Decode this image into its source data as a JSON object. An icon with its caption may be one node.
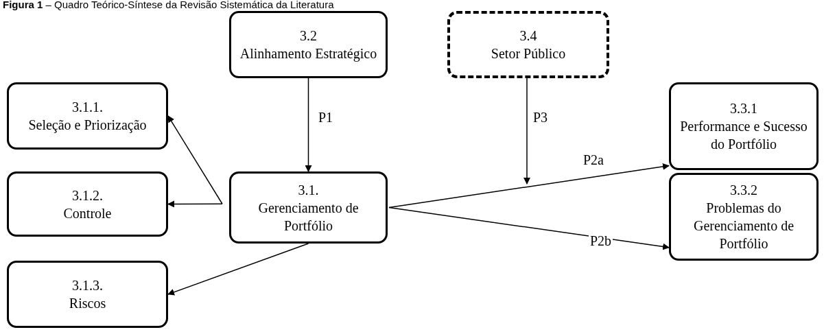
{
  "diagram": {
    "title": "**Figura 1** – Quadro Teórico-Síntese da Revisão Sistemática da Literatura",
    "nodes": [
      {
        "text": [
          "3.2",
          "Alinhamento Estratégico"
        ]
      },
      {
        "text": [
          "3.4",
          "Setor Público"
        ]
      },
      {
        "text": [
          "3.1.1.",
          "Seleção e Priorização"
        ]
      },
      {
        "text": [
          "3.1.2.",
          "Controle"
        ]
      },
      {
        "text": [
          "3.1.3.",
          "Riscos"
        ]
      },
      {
        "text": [
          "3.1.",
          "Gerenciamento de Portfólio"
        ]
      },
      {
        "text": [
          "3.3.1",
          "Performance e Sucesso do Portfólio"
        ]
      },
      {
        "text": [
          "3.3.2",
          "Problemas do Gerenciamento de Portfólio"
        ]
      }
    ],
    "edges": [
      {
        "from": 0,
        "to": 5,
        "arrow": "to",
        "label": "P1"
      },
      {
        "from": 5,
        "to": 2,
        "arrow": "to"
      },
      {
        "from": 5,
        "to": 3,
        "arrow": "to"
      },
      {
        "from": 5,
        "to": 4,
        "arrow": "to"
      },
      {
        "from": 5,
        "to": 6,
        "arrow": "to",
        "label": "P2a"
      },
      {
        "from": 5,
        "to": 7,
        "arrow": "to",
        "label": "P2b"
      },
      {
        "from": 1,
        "to": null,
        "arrow": "to",
        "label": "P3"
      }
    ]
  }
}
